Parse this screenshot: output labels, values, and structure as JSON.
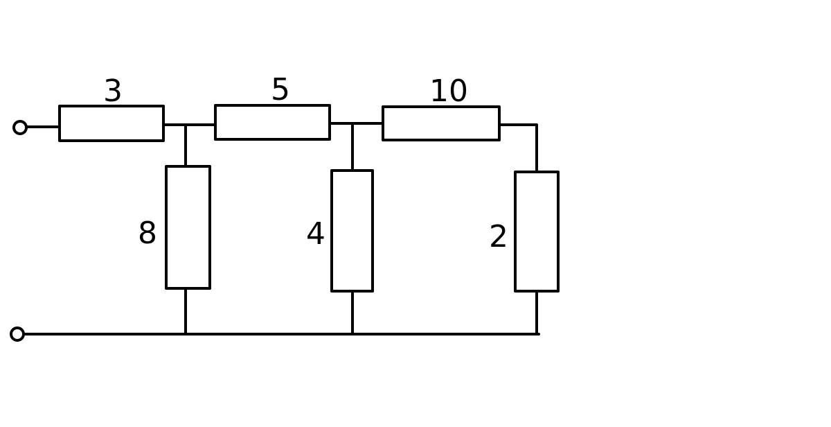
{
  "diagram": {
    "type": "resistor-ladder-circuit",
    "line_color": "#000000",
    "background": "#ffffff",
    "terminals": [
      "input-top",
      "input-bottom"
    ],
    "resistors": [
      {
        "id": "r-series-1",
        "orientation": "horizontal",
        "label": "3"
      },
      {
        "id": "r-series-2",
        "orientation": "horizontal",
        "label": "5"
      },
      {
        "id": "r-series-3",
        "orientation": "horizontal",
        "label": "10"
      },
      {
        "id": "r-shunt-1",
        "orientation": "vertical",
        "label": "8"
      },
      {
        "id": "r-shunt-2",
        "orientation": "vertical",
        "label": "4"
      },
      {
        "id": "r-shunt-3",
        "orientation": "vertical",
        "label": "2"
      }
    ]
  }
}
